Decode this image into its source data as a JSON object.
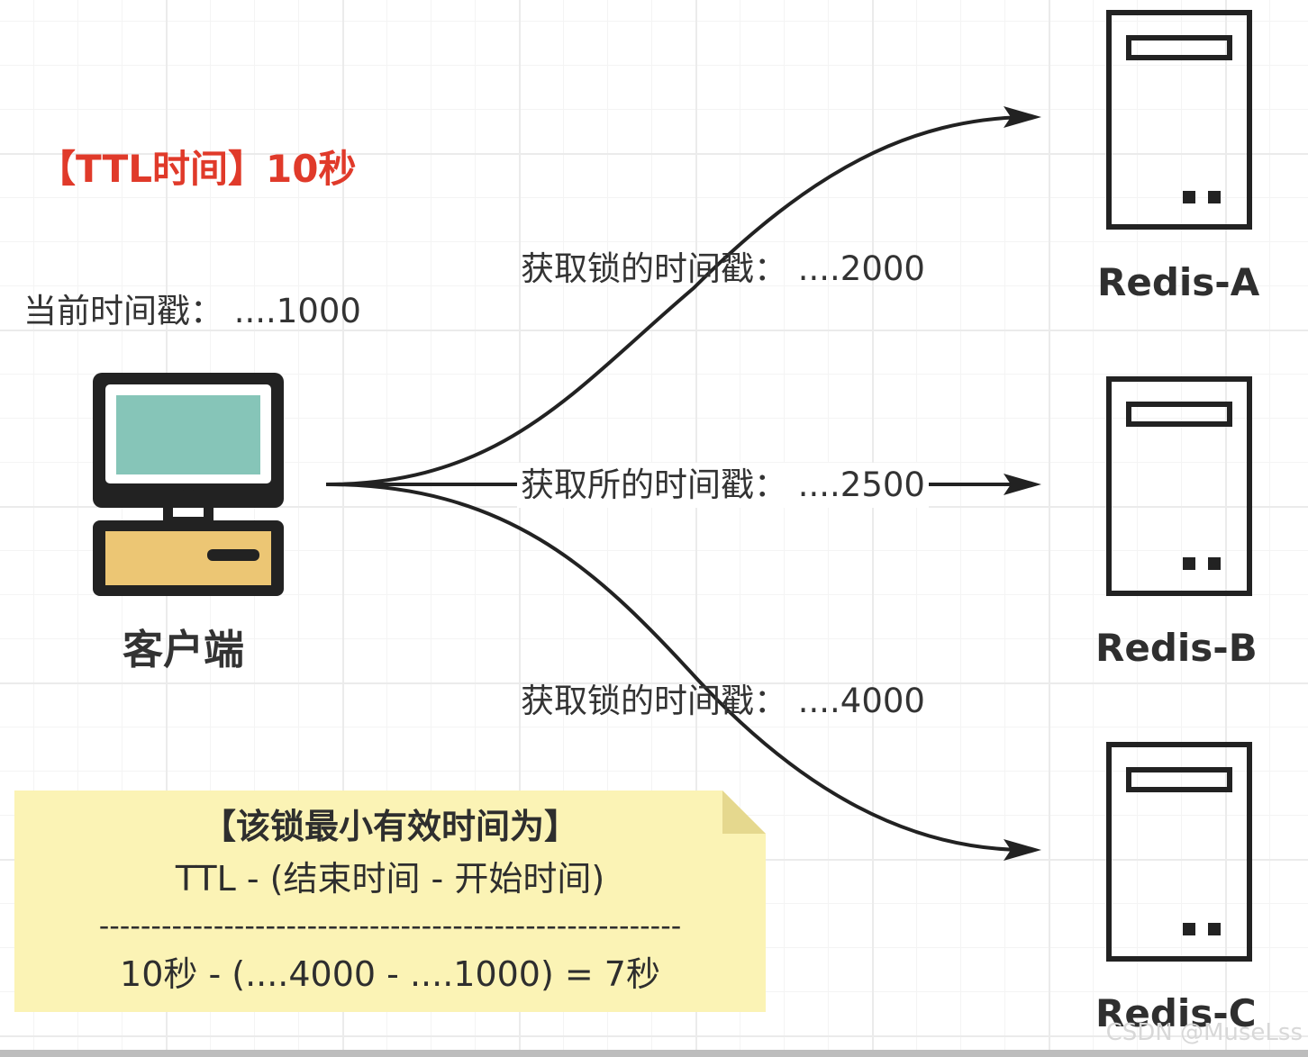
{
  "colors": {
    "accent_red": "#e03a2a",
    "text": "#333333",
    "line": "#222222",
    "monitor_screen": "#86c5b8",
    "monitor_base": "#ecc674",
    "note_fill": "#fbf3b5",
    "note_fold": "#e5d88e",
    "grid": "#ebebeb"
  },
  "ttl": {
    "title": "【TTL时间】10秒"
  },
  "client": {
    "timestamp": "当前时间戳：  ....1000",
    "label": "客户端",
    "icon": "desktop-computer-icon"
  },
  "edges": [
    {
      "label": "获取锁的时间戳：  ....2000",
      "target": "Redis-A"
    },
    {
      "label": "获取所的时间戳：  ....2500",
      "target": "Redis-B"
    },
    {
      "label": "获取锁的时间戳：  ....4000",
      "target": "Redis-C"
    }
  ],
  "servers": [
    {
      "label": "Redis-A",
      "icon": "server-icon"
    },
    {
      "label": "Redis-B",
      "icon": "server-icon"
    },
    {
      "label": "Redis-C",
      "icon": "server-icon"
    }
  ],
  "note": {
    "title": "【该锁最小有效时间为】",
    "formula": "TTL - (结束时间 - 开始时间)",
    "divider": "--------------------------------------------------------",
    "result": "10秒 - (....4000 - ....1000)  = 7秒"
  },
  "watermark": "CSDN @MuseLss"
}
